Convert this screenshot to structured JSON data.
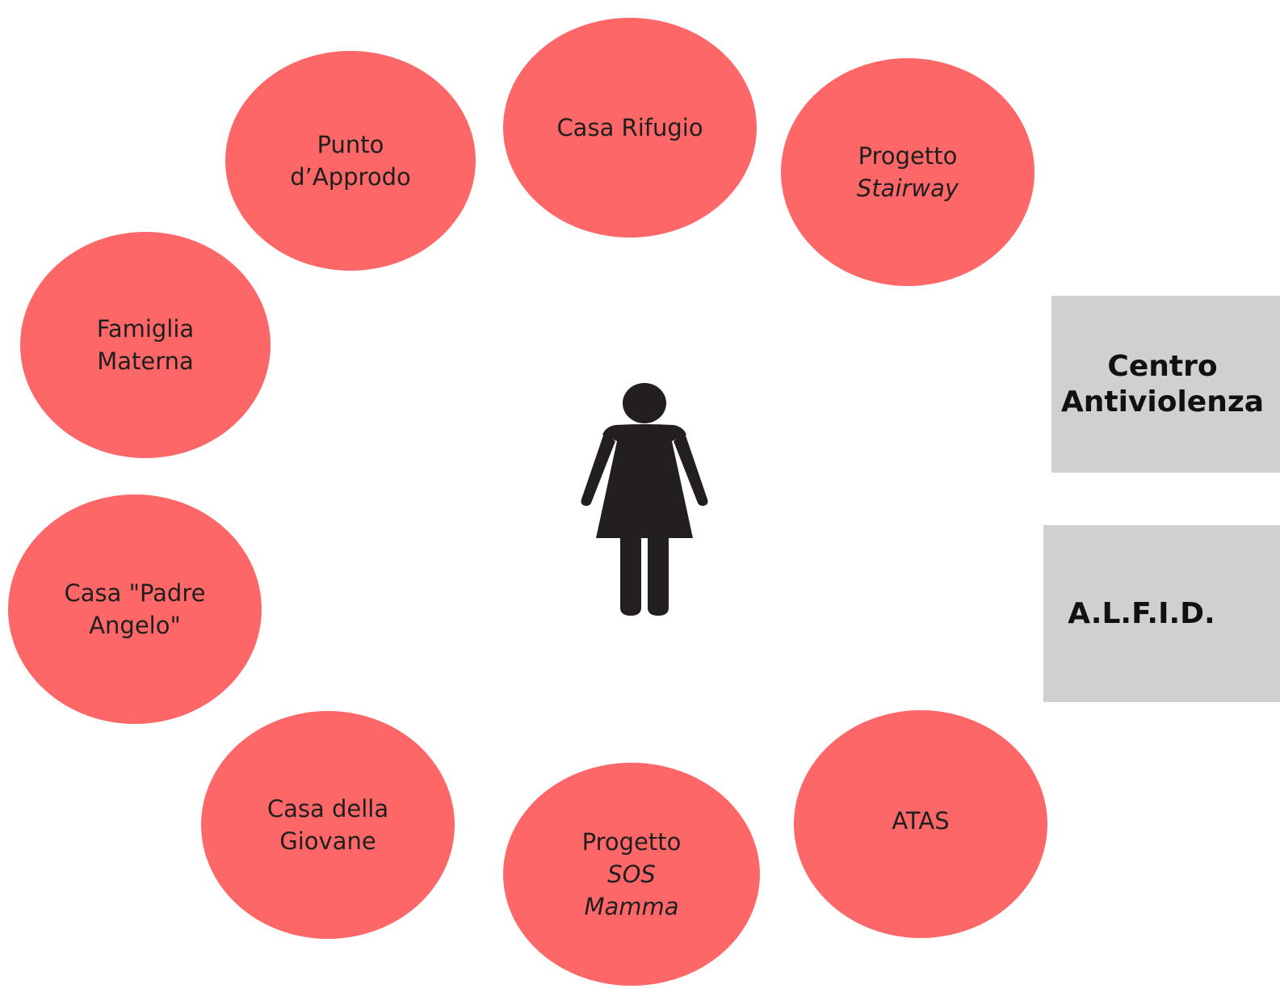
{
  "diagram": {
    "center_icon": "woman-icon",
    "node_color": "#fe6767",
    "box_color": "#d0d0d0",
    "nodes": {
      "casa_rifugio": {
        "line1": "Casa Rifugio"
      },
      "punto_approdo": {
        "line1": "Punto",
        "line2": "d’Approdo"
      },
      "progetto_stairway": {
        "line1": "Progetto",
        "line2": "Stairway"
      },
      "famiglia_materna": {
        "line1": "Famiglia",
        "line2": "Materna"
      },
      "casa_padre_angelo": {
        "line1": "Casa \"Padre",
        "line2": "Angelo\""
      },
      "casa_giovane": {
        "line1": "Casa della",
        "line2": "Giovane"
      },
      "progetto_sos": {
        "line1": "Progetto",
        "line2": "SOS",
        "line3": "Mamma"
      },
      "atas": {
        "line1": "ATAS"
      }
    },
    "boxes": {
      "centro": {
        "line1": "Centro",
        "line2": "Antiviolenza"
      },
      "alfid": {
        "line1": "A.L.F.I.D."
      }
    }
  }
}
